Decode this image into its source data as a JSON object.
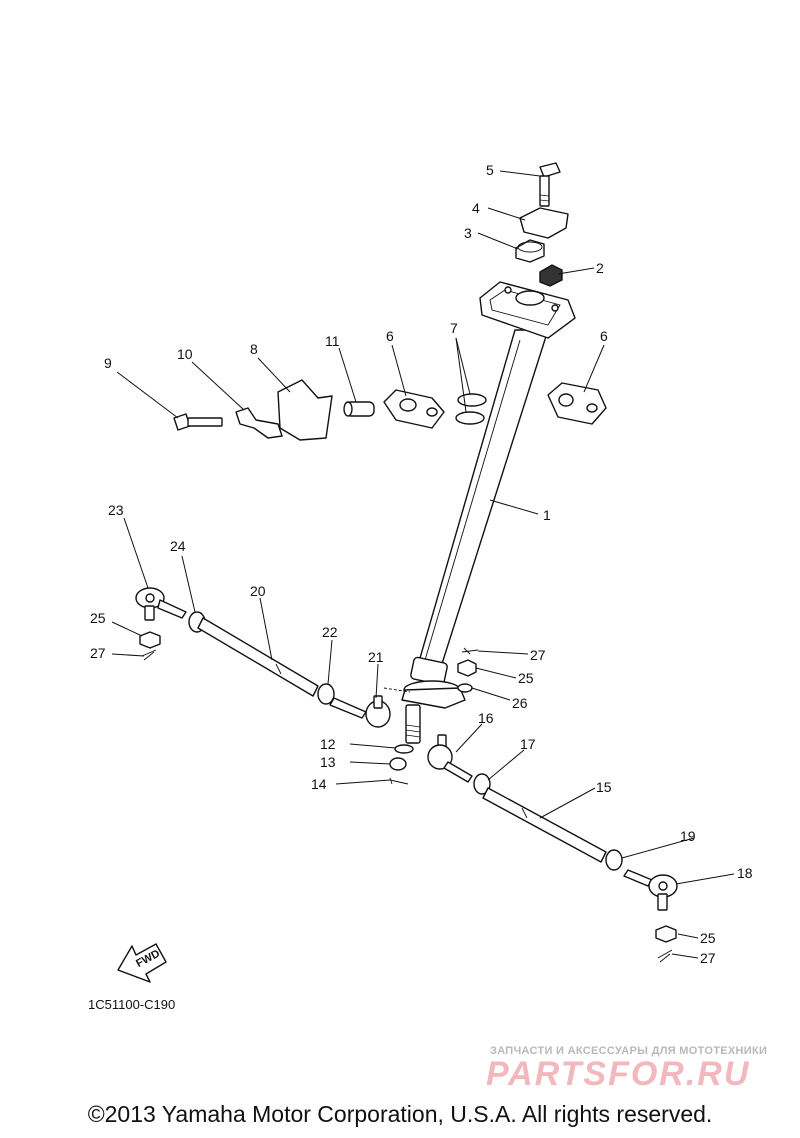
{
  "diagram": {
    "callouts": [
      "1",
      "2",
      "3",
      "4",
      "5",
      "6",
      "6",
      "7",
      "8",
      "9",
      "10",
      "11",
      "12",
      "13",
      "14",
      "15",
      "16",
      "17",
      "18",
      "19",
      "20",
      "21",
      "22",
      "23",
      "24",
      "25",
      "25",
      "25",
      "26",
      "27",
      "27",
      "27"
    ],
    "fwd_label": "FWD",
    "drawing_code": "1C51100-C190"
  },
  "watermark": {
    "top_text": "ЗАПЧАСТИ И АКСЕССУАРЫ ДЛЯ МОТОТЕХНИКИ",
    "logo_text": "PARTSFOR.RU"
  },
  "footer": {
    "copyright": "©2013 Yamaha Motor Corporation, U.S.A. All rights reserved."
  }
}
